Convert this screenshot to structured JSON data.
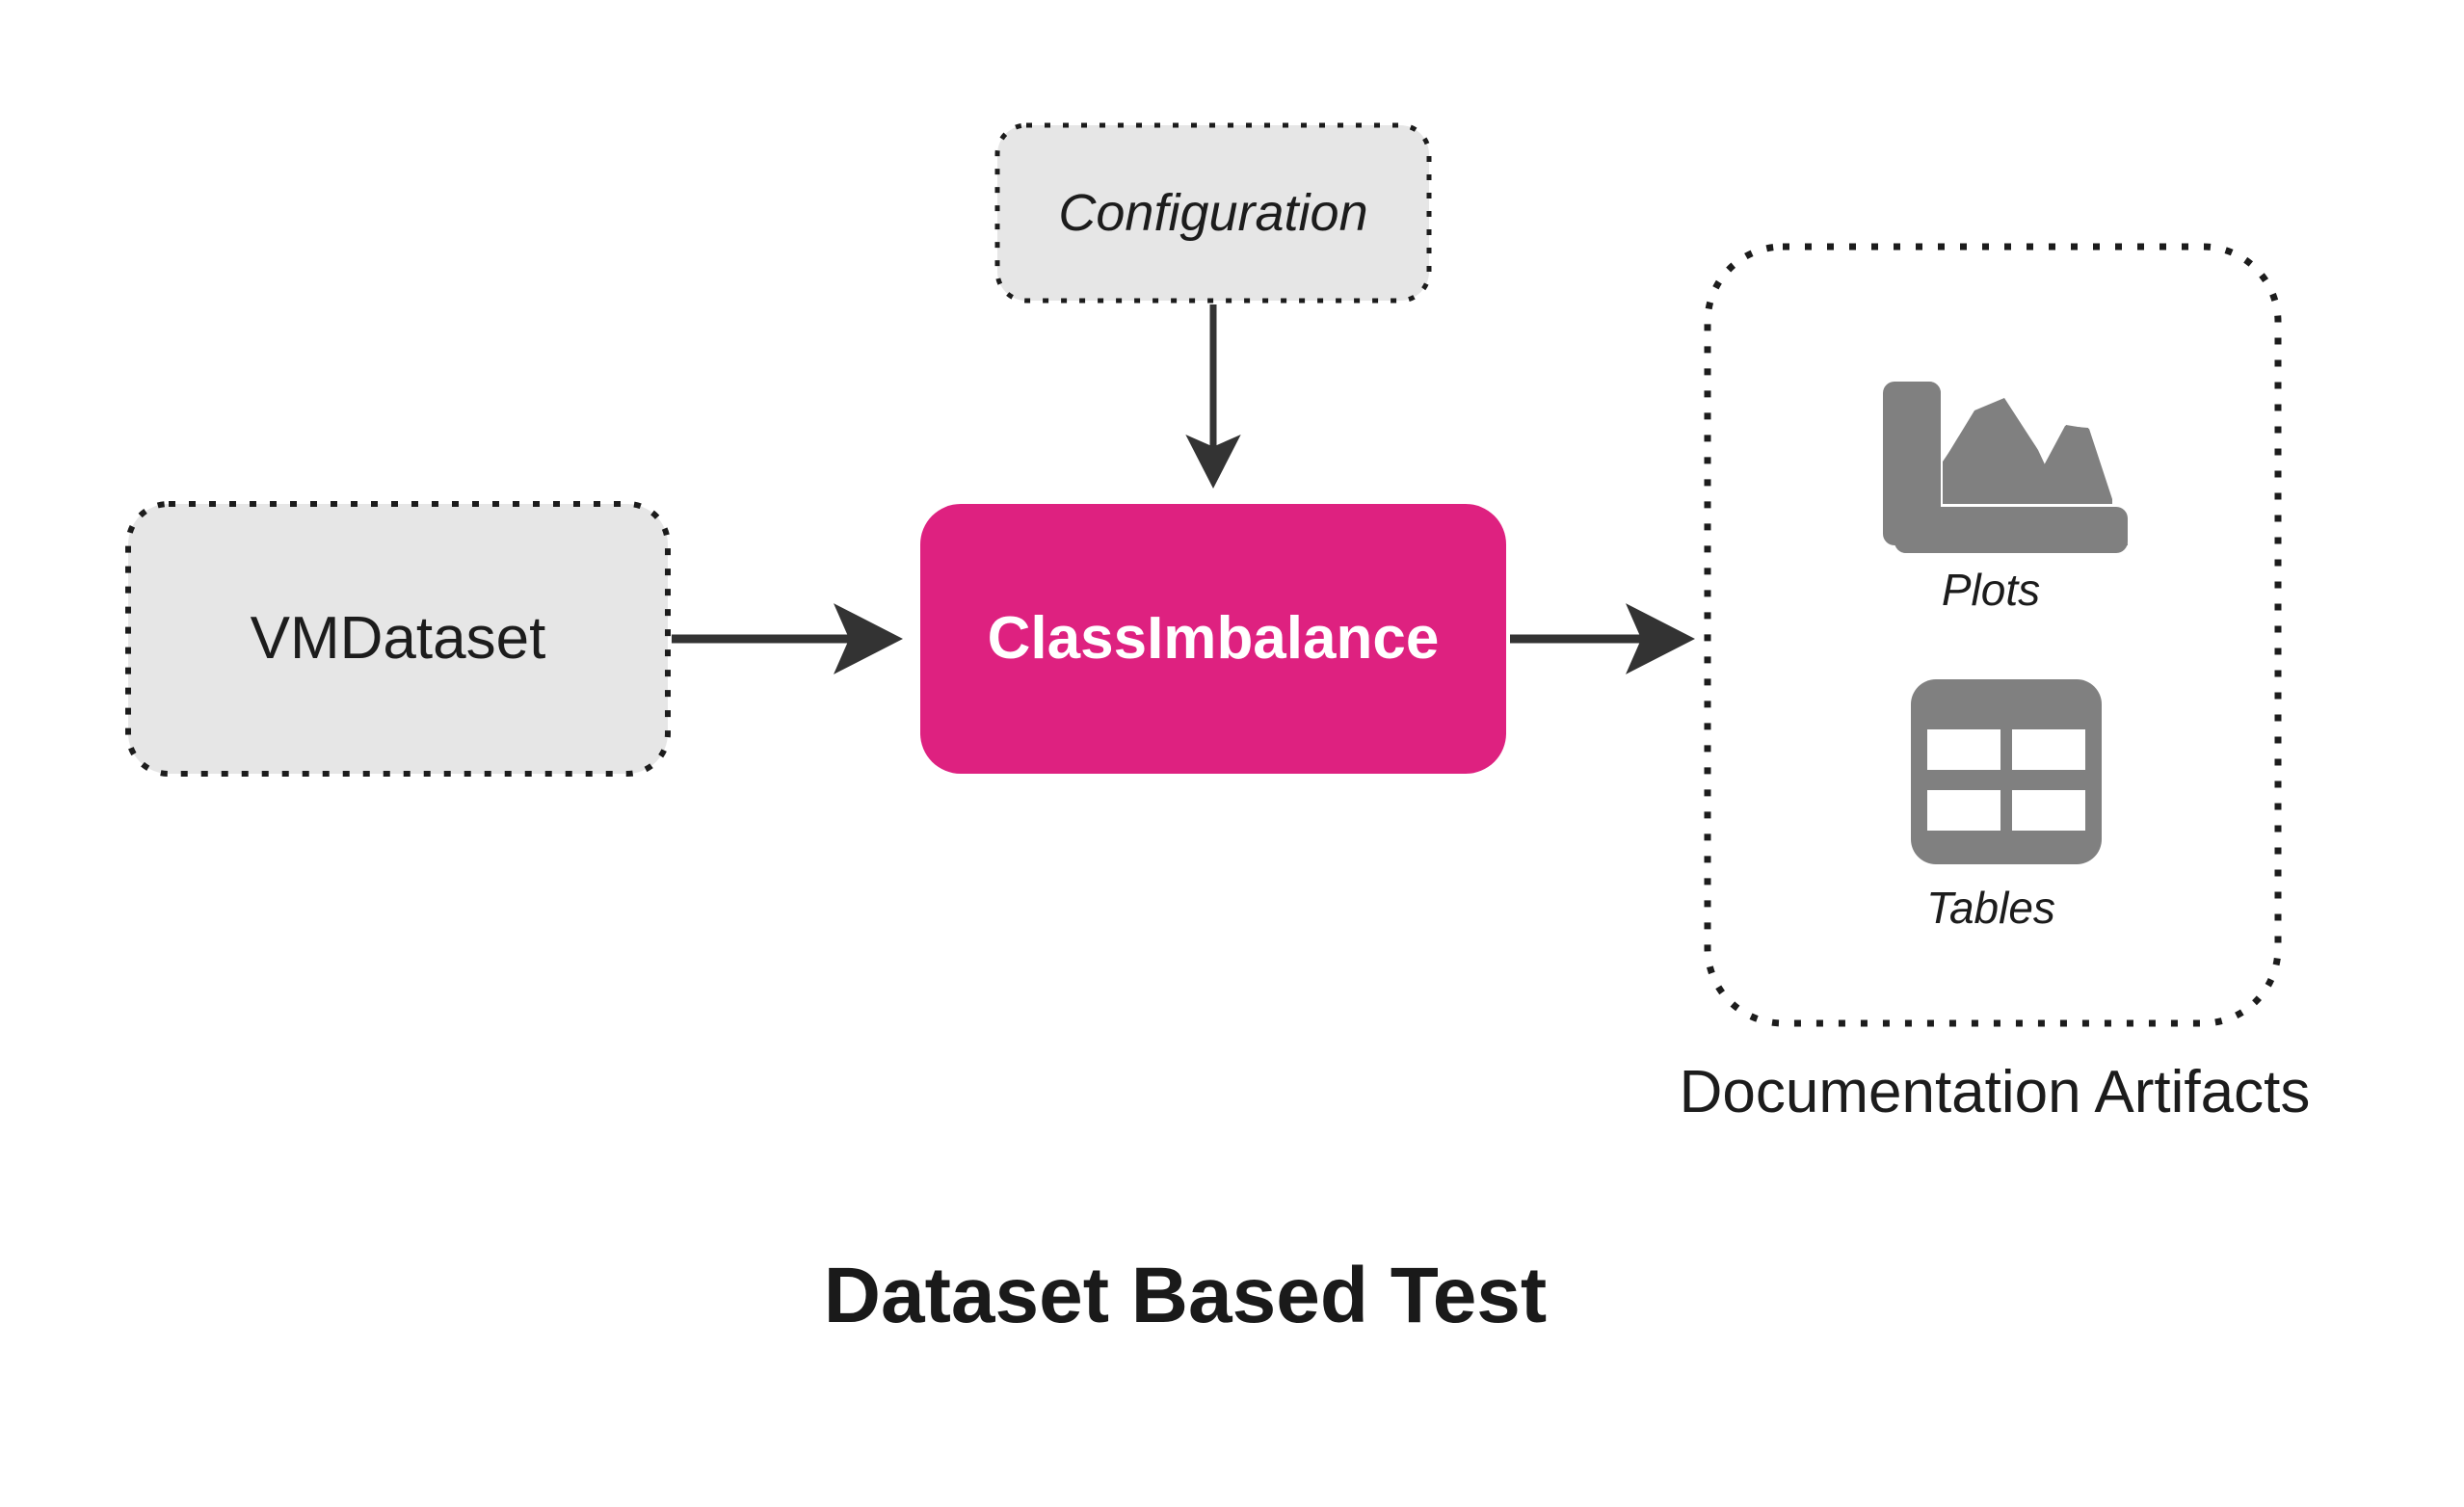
{
  "diagram": {
    "title": "Dataset Based Test",
    "background_color": "#ffffff",
    "nodes": {
      "input": {
        "label": "VMDataset",
        "shape": "rounded-rectangle",
        "fill": "#e6e6e6",
        "border_style": "dotted",
        "border_color": "#1c1c1c",
        "text_color": "#1c1c1c"
      },
      "process": {
        "label": "ClassImbalance",
        "shape": "rounded-rectangle",
        "fill": "#de2180",
        "border_style": "none",
        "text_color": "#ffffff"
      },
      "config": {
        "label": "Configuration",
        "shape": "rounded-rectangle",
        "fill": "#e6e6e6",
        "border_style": "dotted",
        "border_color": "#1c1c1c",
        "text_color": "#1c1c1c"
      }
    },
    "artifacts_panel": {
      "caption": "Documentation Artifacts",
      "border_style": "dotted",
      "border_color": "#1c1c1c",
      "fill": "#ffffff",
      "items": [
        {
          "icon": "plots-chart-icon",
          "label": "Plots",
          "icon_color": "#808080"
        },
        {
          "icon": "tables-grid-icon",
          "label": "Tables",
          "icon_color": "#808080"
        }
      ]
    },
    "connectors": [
      {
        "name": "config-to-process",
        "from": "Configuration",
        "to": "ClassImbalance",
        "direction": "down",
        "color": "#333333"
      },
      {
        "name": "input-to-process",
        "from": "VMDataset",
        "to": "ClassImbalance",
        "direction": "right",
        "color": "#333333"
      },
      {
        "name": "process-to-artifacts",
        "from": "ClassImbalance",
        "to": "Documentation Artifacts",
        "direction": "right",
        "color": "#333333"
      }
    ]
  }
}
